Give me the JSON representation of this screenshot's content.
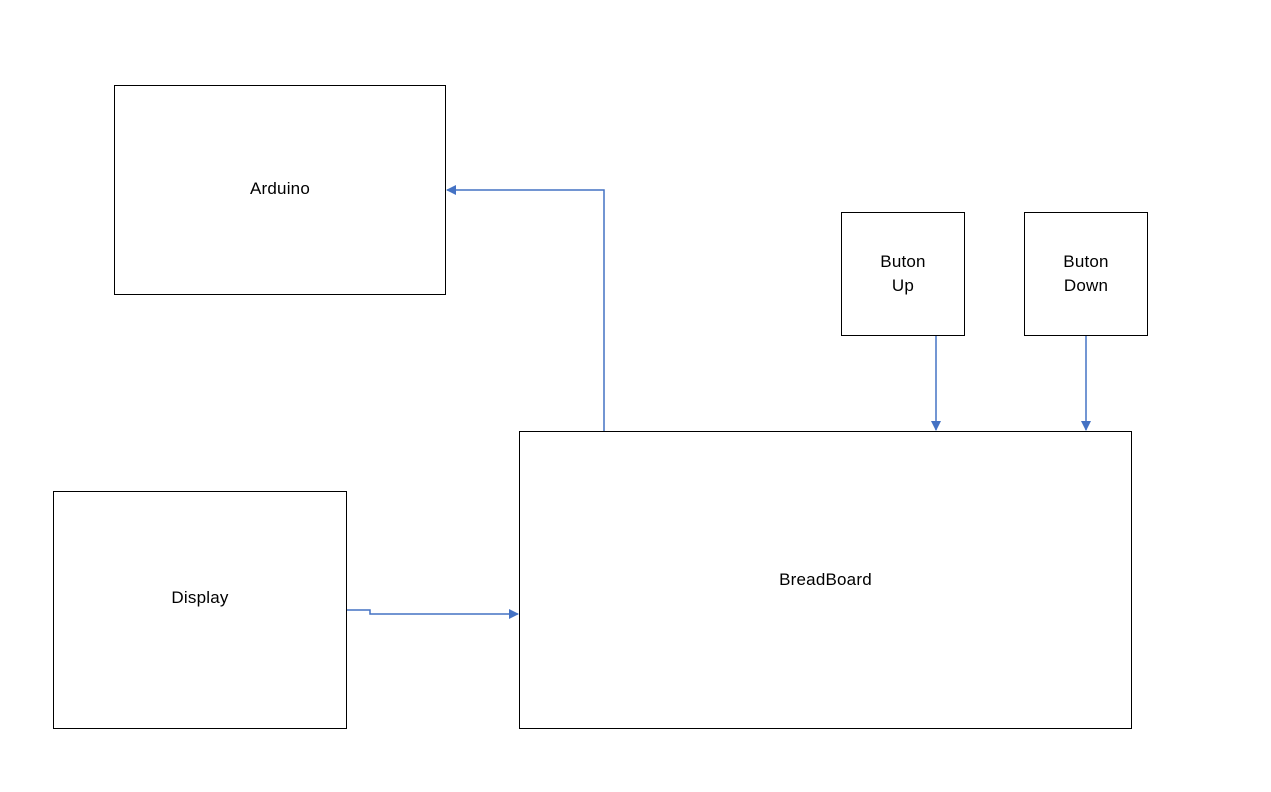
{
  "blocks": {
    "arduino": {
      "line1": "Arduino"
    },
    "button_up": {
      "line1": "Buton",
      "line2": "Up"
    },
    "button_down": {
      "line1": "Buton",
      "line2": "Down"
    },
    "display": {
      "line1": "Display"
    },
    "breadboard": {
      "line1": "BreadBoard"
    }
  },
  "connections": [
    {
      "from": "breadboard",
      "to": "arduino"
    },
    {
      "from": "button_up",
      "to": "breadboard"
    },
    {
      "from": "button_down",
      "to": "breadboard"
    },
    {
      "from": "display",
      "to": "breadboard"
    }
  ],
  "colors": {
    "connector": "#4472C4",
    "box_border": "#000000",
    "text": "#000000"
  }
}
